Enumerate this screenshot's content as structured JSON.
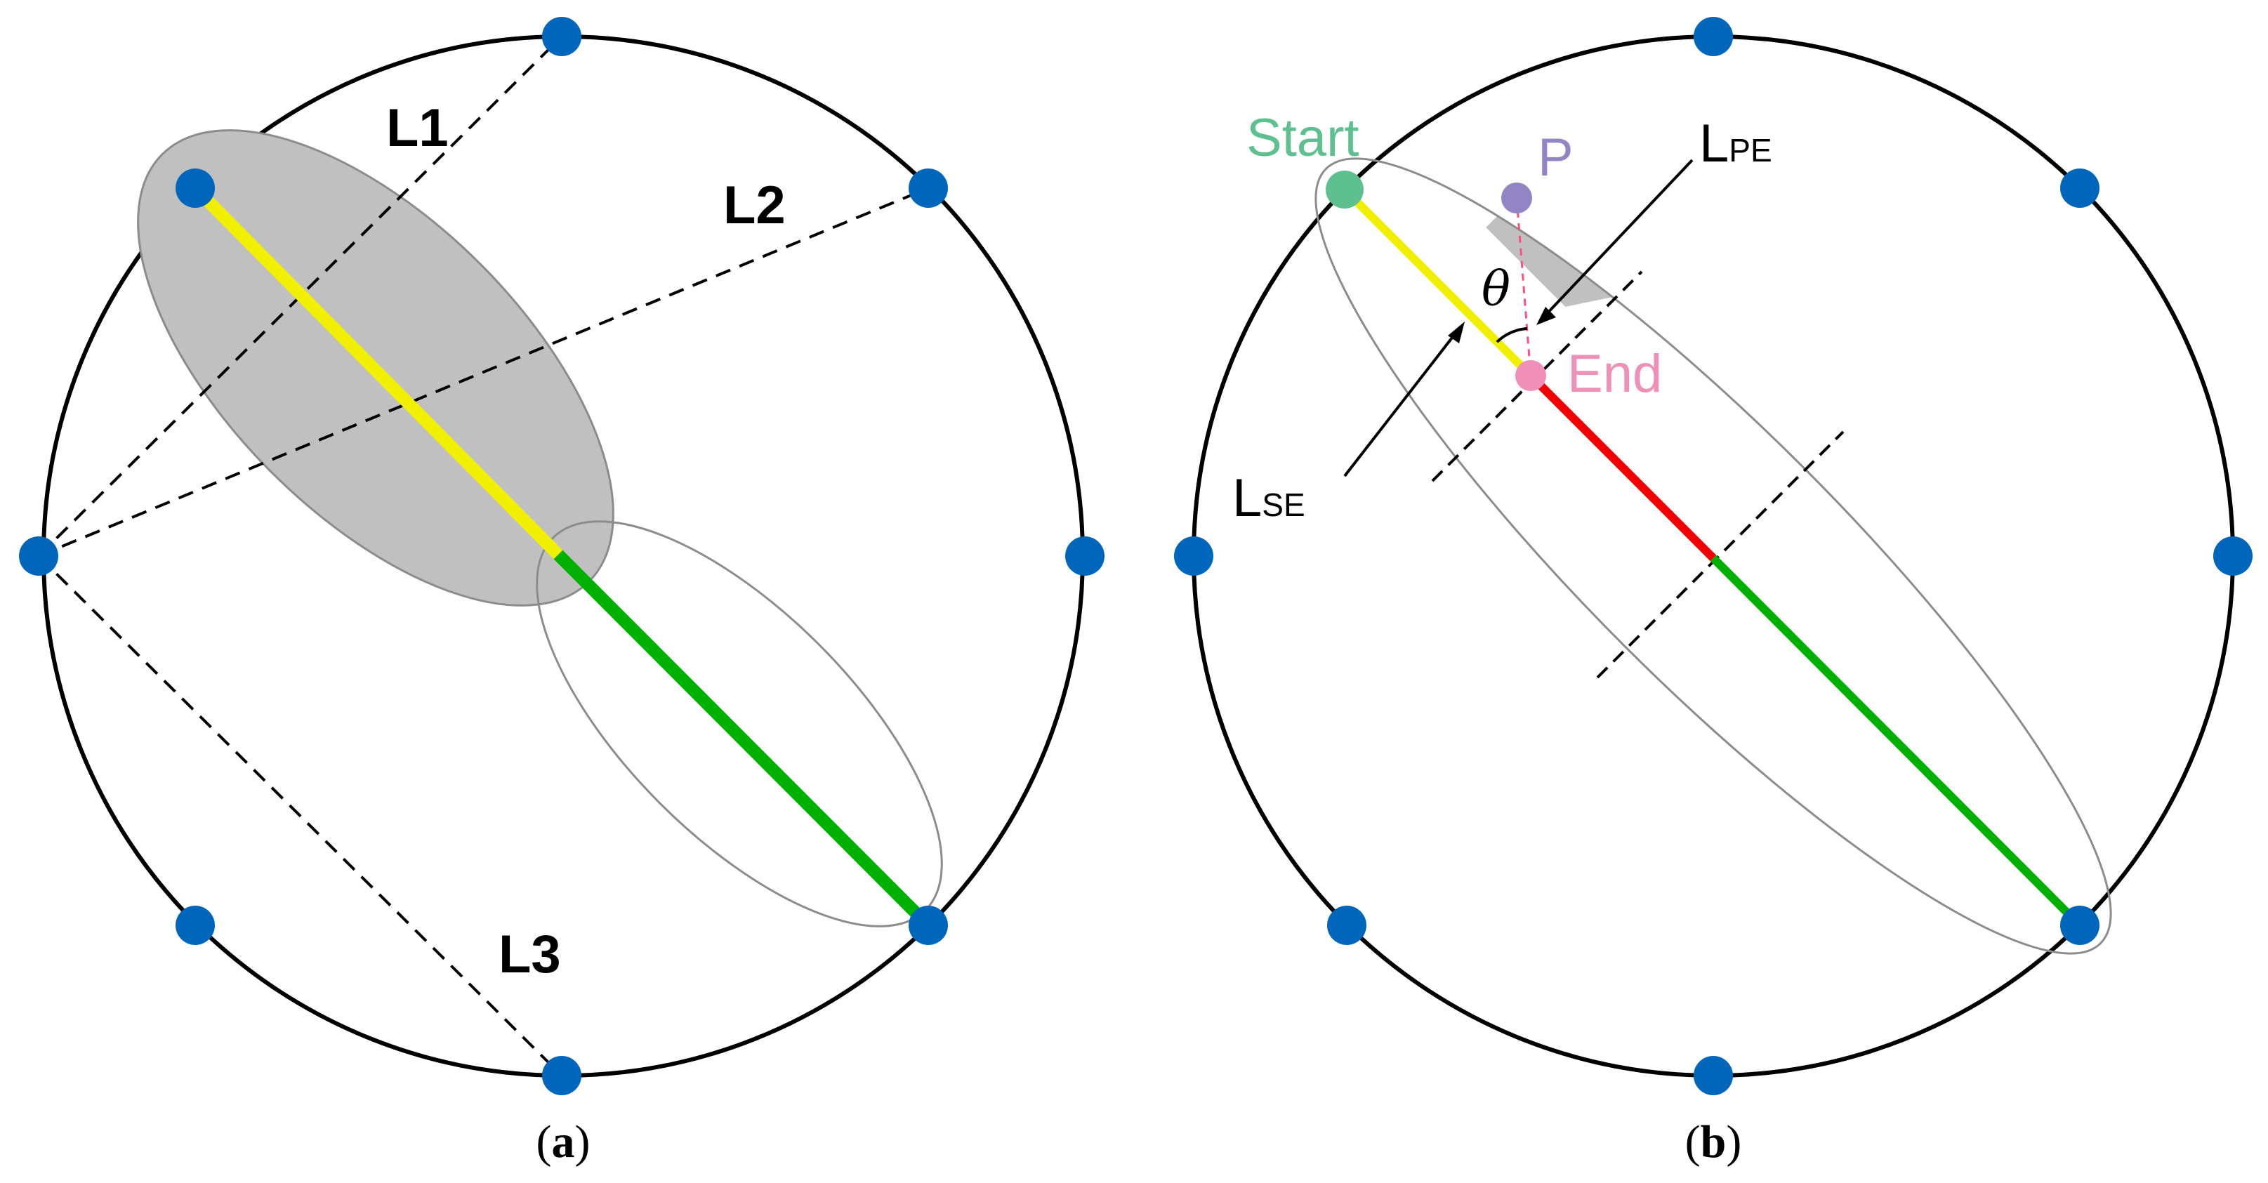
{
  "panel_a": {
    "caption_open": "(",
    "caption_letter": "a",
    "caption_close": ")",
    "labels": {
      "l1": "L1",
      "l2": "L2",
      "l3": "L3"
    }
  },
  "panel_b": {
    "caption_open": "(",
    "caption_letter": "b",
    "caption_close": ")",
    "labels": {
      "start": "Start",
      "p": "P",
      "end": "End",
      "theta": "θ",
      "lpe_main": "L",
      "lpe_sub": "PE",
      "lse_main": "L",
      "lse_sub": "SE"
    }
  },
  "colors": {
    "circle_stroke": "#000000",
    "node_fill": "#0066bb",
    "ellipse_fill_gray": "#c0c0c0",
    "ellipse_outline": "#8c8c8c",
    "segment_yellow": "#f0f000",
    "segment_green": "#00b000",
    "segment_red": "#f00000",
    "start_point": "#5fc08f",
    "p_point": "#9385c4",
    "end_point": "#f090b8",
    "dashed_pink": "#ff4f7f",
    "label_black": "#000000"
  }
}
